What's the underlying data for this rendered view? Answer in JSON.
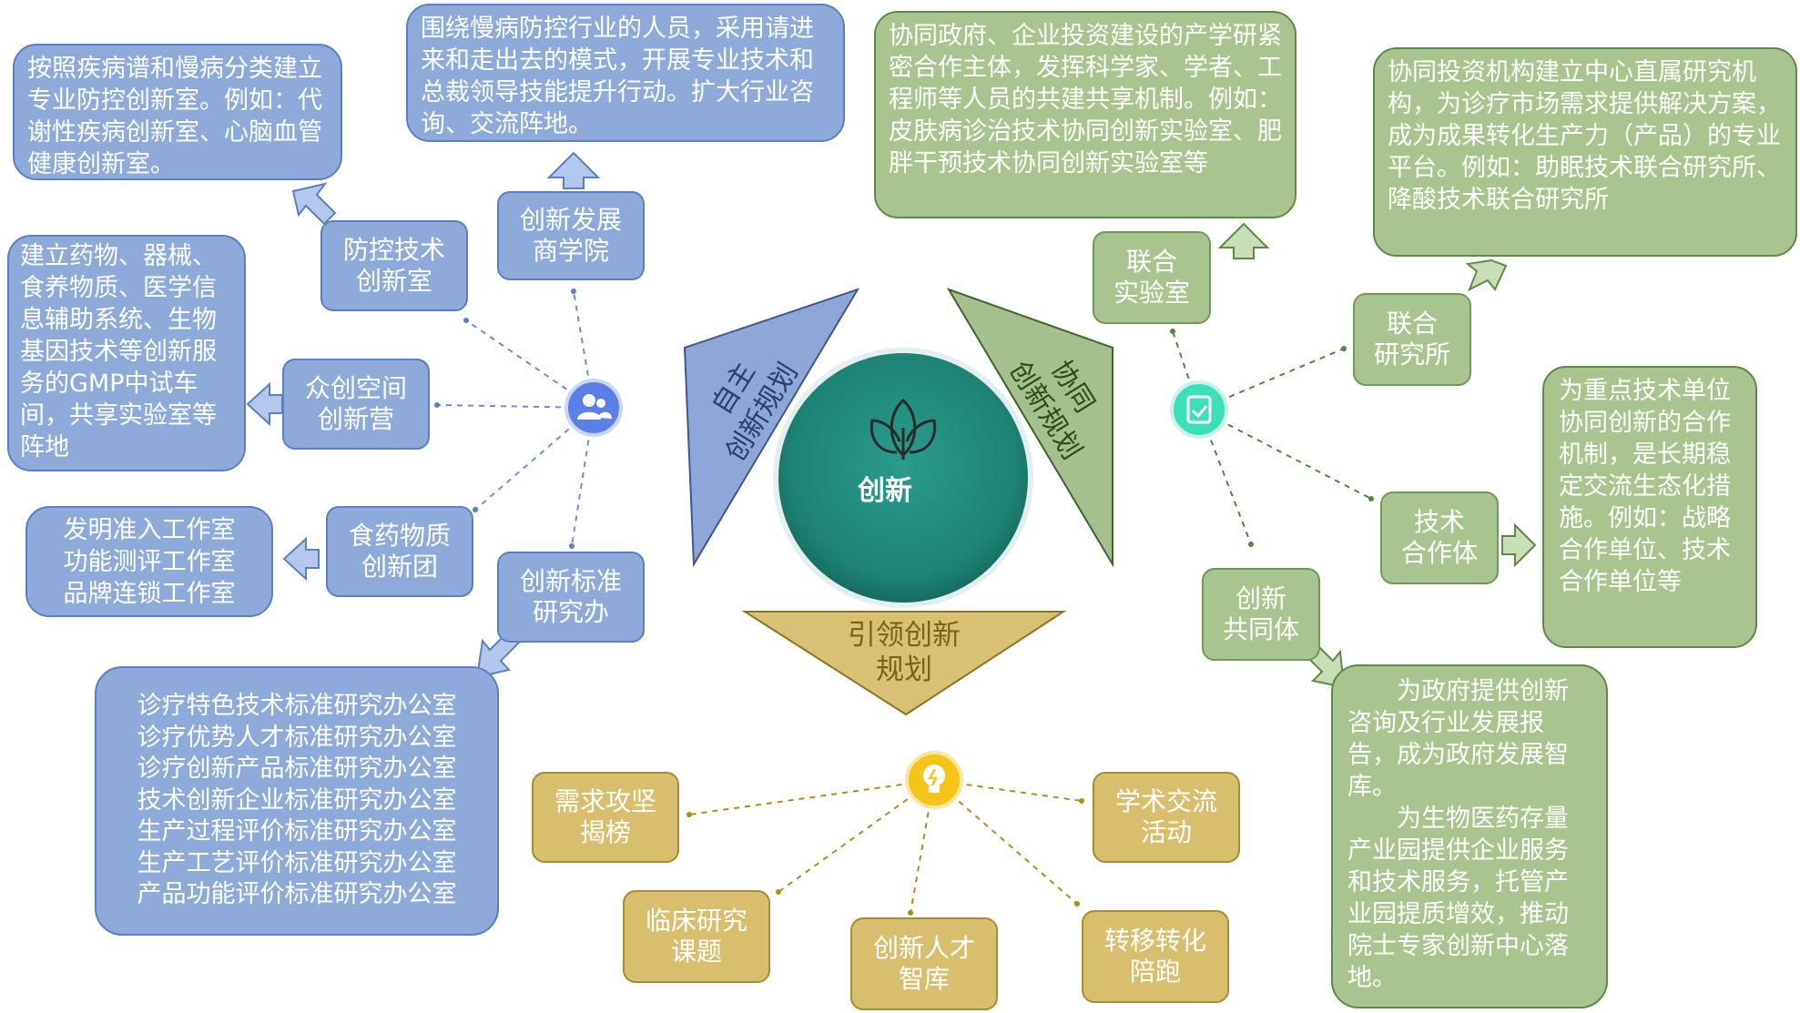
{
  "center": {
    "label": "创新",
    "icon": "leaf-icon"
  },
  "triangles": {
    "self": "自主\n创新规划",
    "collab": "协同\n创新规划",
    "lead": "引领创新\n规划"
  },
  "blue_cluster": {
    "hub_icon": "users-icon",
    "nodes": {
      "business_school": "创新发展\n商学院",
      "tech_lab": "防控技术\n创新室",
      "maker_space": "众创空间\n创新营",
      "food_group": "食药物质\n创新团",
      "standards_office": "创新标准\n研究办"
    },
    "texts": {
      "business_school": "围绕慢病防控行业的人员，采用请进来和走出去的模式，开展专业技术和总裁领导技能提升行动。扩大行业咨询、交流阵地。",
      "tech_lab": "按照疾病谱和慢病分类建立专业防控创新室。例如：代谢性疾病创新室、心脑血管健康创新室。",
      "maker_space": "建立药物、器械、食养物质、医学信息辅助系统、生物基因技术等创新服务的GMP中试车间，共享实验室等阵地",
      "food_group": [
        "发明准入工作室",
        "功能测评工作室",
        "品牌连锁工作室"
      ],
      "standards_office": [
        "诊疗特色技术标准研究办公室",
        "诊疗优势人才标准研究办公室",
        "诊疗创新产品标准研究办公室",
        "技术创新企业标准研究办公室",
        "生产过程评价标准研究办公室",
        "生产工艺评价标准研究办公室",
        "产品功能评价标准研究办公室"
      ]
    }
  },
  "green_cluster": {
    "hub_icon": "clipboard-check-icon",
    "nodes": {
      "joint_lab": "联合\n实验室",
      "joint_institute": "联合\n研究所",
      "tech_partner": "技术\n合作体",
      "community": "创新\n共同体"
    },
    "texts": {
      "joint_lab": "协同政府、企业投资建设的产学研紧密合作主体，发挥科学家、学者、工程师等人员的共建共享机制。例如：皮肤病诊治技术协同创新实验室、肥胖干预技术协同创新实验室等",
      "joint_institute": "协同投资机构建立中心直属研究机构，为诊疗市场需求提供解决方案，成为成果转化生产力（产品）的专业平台。例如：助眠技术联合研究所、降酸技术联合研究所",
      "tech_partner": "为重点技术单位协同创新的合作机制，是长期稳定交流生态化措施。例如：战略合作单位、技术合作单位等",
      "community": [
        "为政府提供创新咨询及行业发展报告，成为政府发展智库。",
        "为生物医药存量产业园提供企业服务和技术服务，托管产业园提质增效，推动院士专家创新中心落地。"
      ]
    }
  },
  "gold_cluster": {
    "hub_icon": "lightbulb-icon",
    "nodes": {
      "demand": "需求攻坚\n揭榜",
      "clinical": "临床研究\n课题",
      "talent": "创新人才\n智库",
      "transfer": "转移转化\n陪跑",
      "academic": "学术交流\n活动"
    }
  },
  "colors": {
    "blue": "#8eaadb",
    "blue_line": "#5a7fc4",
    "green": "#a9c48e",
    "green_line": "#5d8a44",
    "gold": "#d8bf6e",
    "gold_line": "#b08d1a",
    "center": "#1f8a7c"
  }
}
